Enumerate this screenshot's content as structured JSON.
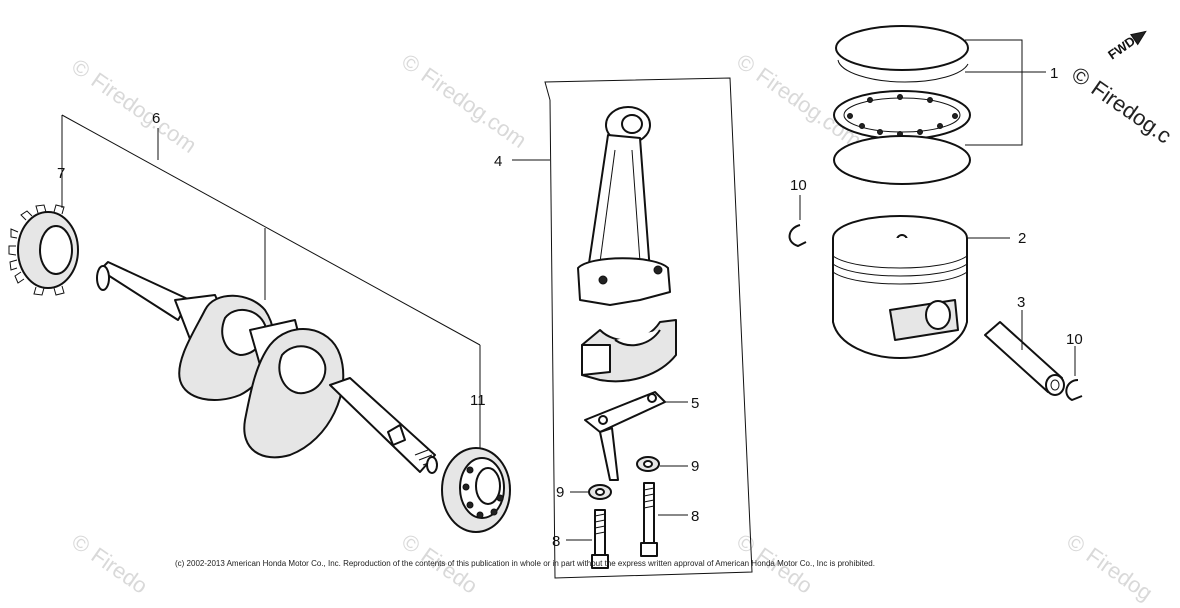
{
  "watermark": {
    "symbol": "©",
    "text": "Firedog.com",
    "text_cut": "Firedog.c",
    "text_short": "Firedo",
    "text_mid": "Firedog"
  },
  "orientation": {
    "label": "FWD"
  },
  "callouts": {
    "c1": "1",
    "c2": "2",
    "c3": "3",
    "c4": "4",
    "c5": "5",
    "c6": "6",
    "c7": "7",
    "c8a": "8",
    "c8b": "8",
    "c9a": "9",
    "c9b": "9",
    "c10a": "10",
    "c10b": "10",
    "c11": "11"
  },
  "copyright": "(c) 2002-2013 American Honda Motor Co., Inc. Reproduction of the contents of this publication in whole or in part without the express written approval of American Honda Motor Co., Inc is prohibited."
}
